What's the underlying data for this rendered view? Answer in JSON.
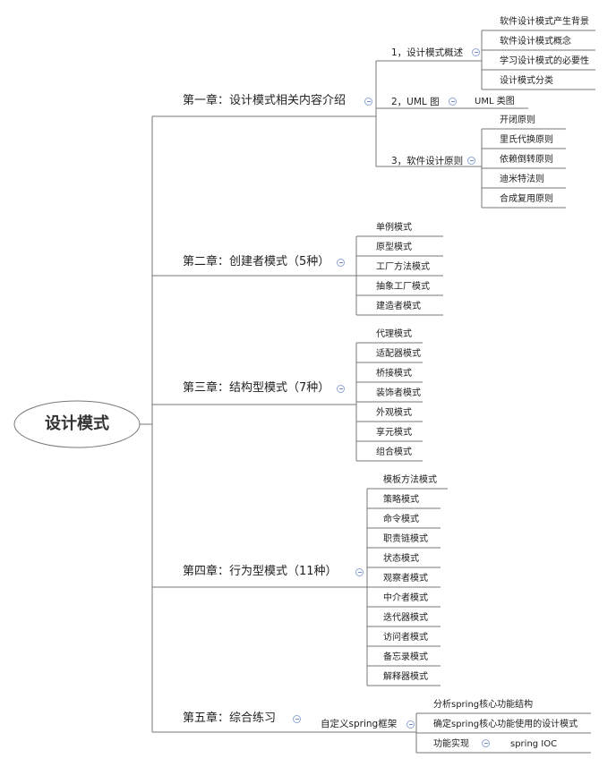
{
  "root": {
    "title": "设计模式"
  },
  "chapters": [
    {
      "title": "第一章：设计模式相关内容介绍",
      "sections": [
        {
          "title": "1，设计模式概述",
          "items": [
            "软件设计模式产生背景",
            "软件设计模式概念",
            "学习设计模式的必要性",
            "设计模式分类"
          ]
        },
        {
          "title": "2，UML 图",
          "items": [
            "UML 类图"
          ]
        },
        {
          "title": "3，软件设计原则",
          "items": [
            "开闭原则",
            "里氏代换原则",
            "依赖倒转原则",
            "迪米特法则",
            "合成复用原则"
          ]
        }
      ]
    },
    {
      "title": "第二章：创建者模式（5种）",
      "items": [
        "单例模式",
        "原型模式",
        "工厂方法模式",
        "抽象工厂模式",
        "建造者模式"
      ]
    },
    {
      "title": "第三章：结构型模式（7种）",
      "items": [
        "代理模式",
        "适配器模式",
        "桥接模式",
        "装饰者模式",
        "外观模式",
        "享元模式",
        "组合模式"
      ]
    },
    {
      "title": "第四章：行为型模式（11种）",
      "items": [
        "模板方法模式",
        "策略模式",
        "命令模式",
        "职责链模式",
        "状态模式",
        "观察者模式",
        "中介者模式",
        "迭代器模式",
        "访问者模式",
        "备忘录模式",
        "解释器模式"
      ]
    },
    {
      "title": "第五章：综合练习",
      "sections": [
        {
          "title": "自定义spring框架",
          "items": [
            "分析spring核心功能结构",
            "确定spring核心功能使用的设计模式"
          ]
        },
        {
          "title": "功能实现",
          "items": [
            "spring IOC"
          ]
        }
      ]
    }
  ]
}
